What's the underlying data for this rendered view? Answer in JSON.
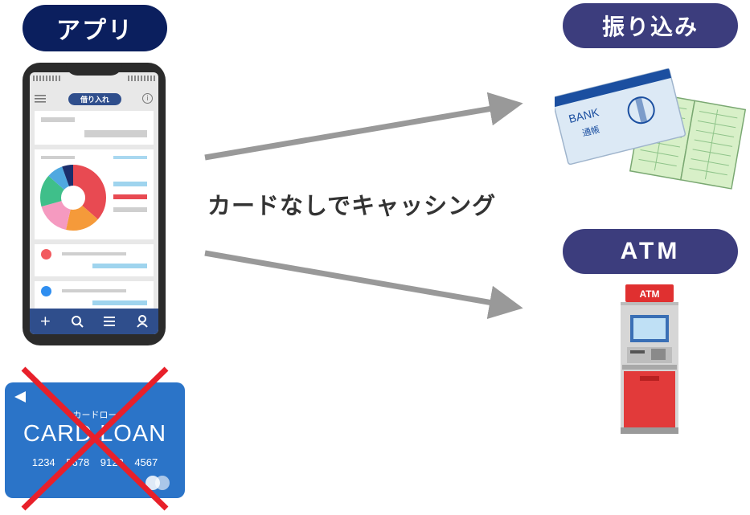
{
  "labels": {
    "app": "アプリ",
    "transfer": "振り込み",
    "atm": "ATM",
    "caption": "カードなしでキャッシング"
  },
  "phone": {
    "header_tag": "借り入れ"
  },
  "loan_card": {
    "brand": "カードロー",
    "title": "CARD LOAN",
    "number": "1234 5678 9123 4567"
  },
  "passbook": {
    "bank_text": "BANK",
    "passbook_text": "通帳"
  },
  "atm_machine": {
    "sign": "ATM"
  },
  "colors": {
    "app_pill": "#0b1f5e",
    "target_pill": "#3c3d7d",
    "arrow": "#999999",
    "cross": "#e8202a",
    "card": "#2b74c8"
  }
}
